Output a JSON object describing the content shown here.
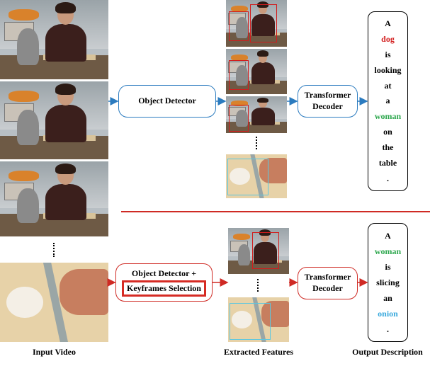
{
  "colors": {
    "blue_pipeline": "#2b7bbf",
    "red_pipeline": "#cf2a24",
    "dog_word": "#d21c1c",
    "woman_word": "#2fa84f",
    "onion_word": "#39a9dd"
  },
  "top_pipeline": {
    "module1": "Object Detector",
    "decoder_line1": "Transformer",
    "decoder_line2": "Decoder",
    "output_words": [
      {
        "text": "A",
        "color": "#000000"
      },
      {
        "text": "dog",
        "color": "#d21c1c"
      },
      {
        "text": "is",
        "color": "#000000"
      },
      {
        "text": "looking",
        "color": "#000000"
      },
      {
        "text": "at",
        "color": "#000000"
      },
      {
        "text": "a",
        "color": "#000000"
      },
      {
        "text": "woman",
        "color": "#2fa84f"
      },
      {
        "text": "on",
        "color": "#000000"
      },
      {
        "text": "the",
        "color": "#000000"
      },
      {
        "text": "table",
        "color": "#000000"
      },
      {
        "text": ".",
        "color": "#000000"
      }
    ]
  },
  "bottom_pipeline": {
    "module1_line1": "Object Detector +",
    "module1_line2": "Keyframes Selection",
    "decoder_line1": "Transformer",
    "decoder_line2": "Decoder",
    "output_words": [
      {
        "text": "A",
        "color": "#000000"
      },
      {
        "text": "woman",
        "color": "#2fa84f"
      },
      {
        "text": "is",
        "color": "#000000"
      },
      {
        "text": "slicing",
        "color": "#000000"
      },
      {
        "text": "an",
        "color": "#000000"
      },
      {
        "text": "onion",
        "color": "#39a9dd"
      },
      {
        "text": ".",
        "color": "#000000"
      }
    ]
  },
  "captions": {
    "input": "Input Video",
    "features": "Extracted Features",
    "output": "Output Description"
  }
}
